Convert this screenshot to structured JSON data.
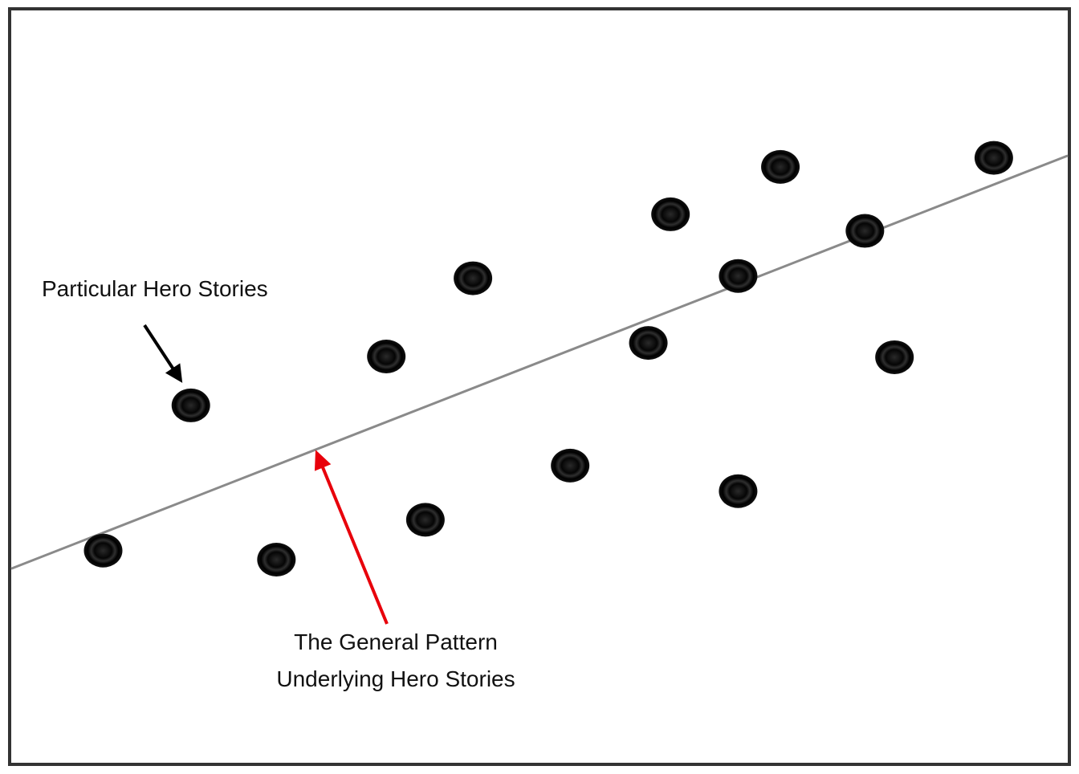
{
  "chart_data": {
    "type": "scatter",
    "title": "",
    "xlabel": "",
    "ylabel": "",
    "xlim": [
      0,
      100
    ],
    "ylim": [
      0,
      100
    ],
    "grid": false,
    "legend": "none",
    "series": [
      {
        "points": [
          {
            "x": 8.7,
            "y": 28.2
          },
          {
            "x": 17.0,
            "y": 47.5
          },
          {
            "x": 25.1,
            "y": 27.0
          },
          {
            "x": 35.5,
            "y": 54.0
          },
          {
            "x": 39.2,
            "y": 32.3
          },
          {
            "x": 43.7,
            "y": 64.4
          },
          {
            "x": 52.9,
            "y": 39.5
          },
          {
            "x": 60.3,
            "y": 55.8
          },
          {
            "x": 62.4,
            "y": 72.9
          },
          {
            "x": 68.8,
            "y": 36.1
          },
          {
            "x": 68.8,
            "y": 64.7
          },
          {
            "x": 72.8,
            "y": 79.2
          },
          {
            "x": 80.8,
            "y": 70.7
          },
          {
            "x": 83.6,
            "y": 53.9
          },
          {
            "x": 93.0,
            "y": 80.4
          }
        ]
      }
    ],
    "trend_line": {
      "x": [
        0,
        100
      ],
      "y": [
        25.8,
        80.7
      ]
    },
    "annotations": [
      {
        "lines": [
          "Particular Hero Stories"
        ],
        "arrow_target": {
          "x": 16.2,
          "y": 50.5
        },
        "arrow_color": "#000000"
      },
      {
        "lines": [
          "The General Pattern",
          "Underlying Hero Stories"
        ],
        "arrow_target": {
          "x": 28.8,
          "y": 41.6
        },
        "arrow_color": "#e8000b"
      }
    ]
  }
}
